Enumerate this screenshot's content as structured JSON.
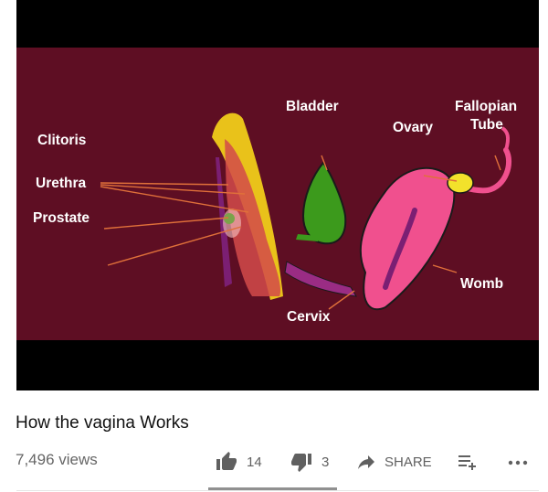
{
  "video": {
    "title": "How the vagina Works",
    "views": "7,496 views",
    "diagram_labels": {
      "clitoris": "Clitoris",
      "urethra": "Urethra",
      "prostate": "Prostate",
      "bladder": "Bladder",
      "ovary": "Ovary",
      "fallopian_line1": "Fallopian",
      "fallopian_line2": "Tube",
      "womb": "Womb",
      "cervix": "Cervix"
    }
  },
  "actions": {
    "like_count": "14",
    "dislike_count": "3",
    "share_label": "SHARE"
  },
  "colors": {
    "frame_background": "#5e0e23",
    "bladder": "#3c9a1c",
    "womb": "#f0508e",
    "ovary": "#f2e22b",
    "clitoris_body": "#e9c21a"
  }
}
